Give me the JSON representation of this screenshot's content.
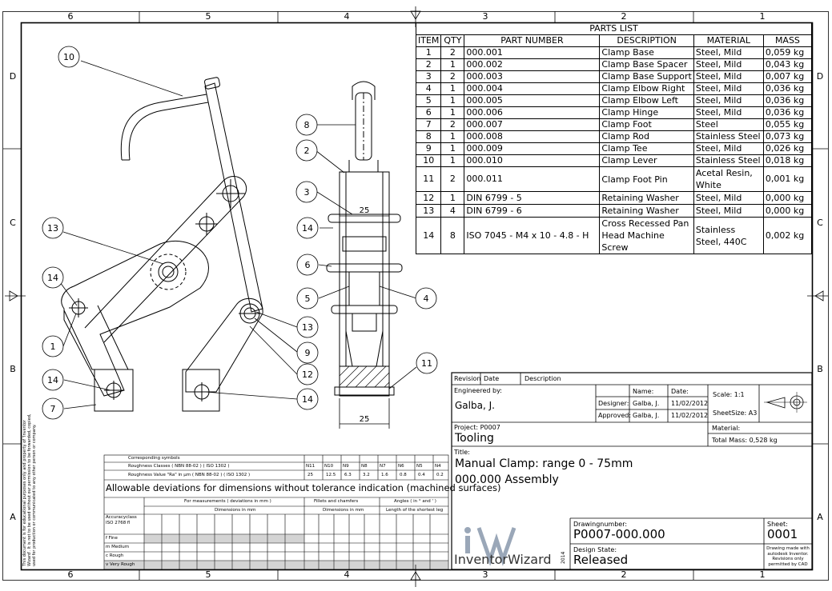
{
  "zones": {
    "columns": [
      "6",
      "5",
      "4",
      "3",
      "2",
      "1"
    ],
    "rows": [
      "D",
      "C",
      "B",
      "A"
    ]
  },
  "parts_list": {
    "title": "PARTS LIST",
    "headers": [
      "ITEM",
      "QTY",
      "PART NUMBER",
      "DESCRIPTION",
      "MATERIAL",
      "MASS"
    ],
    "rows": [
      [
        "1",
        "2",
        "000.001",
        "Clamp Base",
        "Steel, Mild",
        "0,059 kg"
      ],
      [
        "2",
        "1",
        "000.002",
        "Clamp Base Spacer",
        "Steel, Mild",
        "0,043 kg"
      ],
      [
        "3",
        "2",
        "000.003",
        "Clamp Base Support",
        "Steel, Mild",
        "0,007 kg"
      ],
      [
        "4",
        "1",
        "000.004",
        "Clamp Elbow Right",
        "Steel, Mild",
        "0,036 kg"
      ],
      [
        "5",
        "1",
        "000.005",
        "Clamp Elbow Left",
        "Steel, Mild",
        "0,036 kg"
      ],
      [
        "6",
        "1",
        "000.006",
        "Clamp Hinge",
        "Steel, Mild",
        "0,036 kg"
      ],
      [
        "7",
        "2",
        "000.007",
        "Clamp Foot",
        "Steel",
        "0,055 kg"
      ],
      [
        "8",
        "1",
        "000.008",
        "Clamp Rod",
        "Stainless Steel",
        "0,073 kg"
      ],
      [
        "9",
        "1",
        "000.009",
        "Clamp Tee",
        "Steel, Mild",
        "0,026 kg"
      ],
      [
        "10",
        "1",
        "000.010",
        "Clamp Lever",
        "Stainless Steel",
        "0,018 kg"
      ],
      [
        "11",
        "2",
        "000.011",
        "Clamp Foot Pin",
        "Acetal Resin, White",
        "0,001 kg"
      ],
      [
        "12",
        "1",
        "DIN 6799 - 5",
        "Retaining Washer",
        "Steel, Mild",
        "0,000 kg"
      ],
      [
        "13",
        "4",
        "DIN 6799 - 6",
        "Retaining Washer",
        "Steel, Mild",
        "0,000 kg"
      ],
      [
        "14",
        "8",
        "ISO 7045 - M4 x 10 - 4.8 - H",
        "Cross Recessed Pan Head Machine Screw",
        "Stainless Steel, 440C",
        "0,002 kg"
      ]
    ]
  },
  "balloons": {
    "b10": "10",
    "b13": "13",
    "b14a": "14",
    "b1": "1",
    "b14b": "14",
    "b7": "7",
    "b13b": "13",
    "b9": "9",
    "b12": "12",
    "b14c": "14",
    "b8": "8",
    "b2": "2",
    "b3": "3",
    "b14d": "14",
    "b6": "6",
    "b5": "5",
    "b4": "4",
    "b11": "11"
  },
  "dimensions": {
    "side_width": "25",
    "bottom_width": "25"
  },
  "title_block": {
    "revision_header": {
      "revision": "Revision",
      "date": "Date",
      "description": "Description"
    },
    "engineered_by_label": "Engineered by:",
    "engineered_by": "Galba, J.",
    "name_label": "Name:",
    "date_label": "Date:",
    "designer_label": "Designer:",
    "designer_name": "Galba, J.",
    "designer_date": "11/02/2012",
    "approved_label": "Approved:",
    "approved_name": "Galba, J.",
    "approved_date": "11/02/2012",
    "scale": "Scale: 1:1",
    "sheet_size": "SheetSize: A3",
    "project_label": "Project: P0007",
    "project_name": "Tooling",
    "material_label": "Material:",
    "total_mass": "Total Mass: 0,528 kg",
    "title_label": "Title:",
    "title_line1": "Manual Clamp: range 0 - 75mm",
    "title_line2": "000.000 Assembly",
    "drawing_number_label": "Drawingnumber:",
    "drawing_number": "P0007-000.000",
    "sheet_label": "Sheet:",
    "sheet_number": "0001",
    "design_state_label": "Design State:",
    "design_state": "Released",
    "logo_text": "InventorWizard",
    "logo_version": "2014",
    "note": "Drawing made with autodesk Inventor. Revisions only permitted by CAD"
  },
  "side_note": "This document is for educational purposes only and property of 'Inventor Wizard'. It is not to be used without our permission to be forwarded, copied, used for production or communicated to any other person or company.",
  "deviation_table": {
    "corr_symbols": "Corresponding symbols",
    "rough_classes": "Roughness Classes ( NBN 88-02 ) ( ISO 1302 )",
    "rough_values": "Roughness Value \"Ra\" in µm ( NBN 88-02 ) ( ISO 1302 )",
    "class_row": [
      "N11",
      "N10",
      "N9",
      "N8",
      "N7",
      "N6",
      "N5",
      "N4"
    ],
    "ra_row": [
      "25",
      "12.5",
      "6.3",
      "3.2",
      "1.6",
      "0.8",
      "0.4",
      "0.2"
    ],
    "title": "Allowable deviations for dimensions without tolerance indication (machined surfaces)",
    "for_measurements": "For measurements ( deviations in mm )",
    "fillets": "Fillets and chamfers",
    "angles": "Angles ( in ° and ' )",
    "dims_in_mm": "Dimensions in mm",
    "dims_in_mm2": "Dimensions in mm",
    "shortest_leg": "Length of the shortest leg",
    "accuracy_label": "Accuracyclass ISO 2768 fl",
    "classes": [
      "f Fine",
      "m Medium",
      "c Rough",
      "v Very Rough"
    ]
  }
}
